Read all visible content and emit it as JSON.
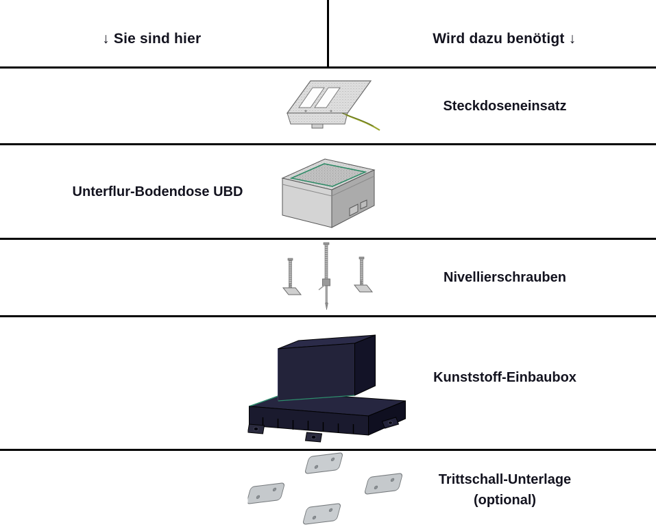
{
  "header": {
    "left_label": "↓ Sie sind hier",
    "right_label": "Wird dazu benötigt ↓"
  },
  "rows": [
    {
      "item": "Steckdoseneinsatz",
      "label_side": "right",
      "image": "socket-insert"
    },
    {
      "item": "Unterflur-Bodendose UBD",
      "label_side": "left",
      "image": "underfloor-box-ubd"
    },
    {
      "item": "Nivellierschrauben",
      "label_side": "right",
      "image": "leveling-screws"
    },
    {
      "item": "Kunststoff-Einbaubox",
      "label_side": "right",
      "image": "plastic-installation-box"
    },
    {
      "item": "Trittschall-Unterlage\n(optional)",
      "label_side": "right",
      "image": "impact-sound-pads"
    }
  ],
  "colors": {
    "text": "#13131f",
    "line": "#000000",
    "background": "#ffffff",
    "accent_teal": "#2f8f6f",
    "wire_green": "#9aa52e",
    "dark_box": "#23233a",
    "metal_gray": "#d9d9d9"
  }
}
